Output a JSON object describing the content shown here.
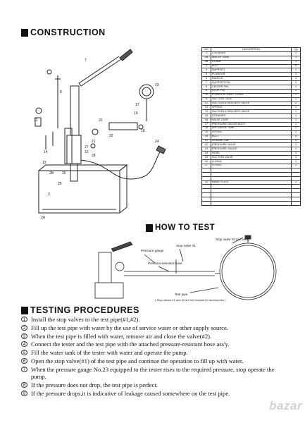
{
  "headings": {
    "construction": "CONSTRUCTION",
    "how_to_test": "HOW TO TEST",
    "testing_procedures": "TESTING PROCEDURES"
  },
  "parts_table": {
    "headers": [
      "NO",
      "DESCRIPTION",
      "Qty"
    ],
    "rows": [
      [
        "1",
        "CYLINDER",
        "1"
      ],
      [
        "2A",
        "WATER TANK",
        "1"
      ],
      [
        "2B",
        "STAND",
        "1"
      ],
      [
        "3",
        "BOLT",
        "4"
      ],
      [
        "4",
        "SUPPORT",
        "1"
      ],
      [
        "5",
        "PLUNGER",
        "1"
      ],
      [
        "6",
        "HANDLE",
        "1"
      ],
      [
        "7",
        "SUPPORT PIN",
        "2"
      ],
      [
        "8",
        "CENTER PIN",
        "1"
      ],
      [
        "9",
        "STOP PIN",
        "1"
      ],
      [
        "10",
        "PLUNGER SHEET GUIDE",
        "1"
      ],
      [
        "11",
        "SUCTION CASE",
        "1"
      ],
      [
        "12",
        "SUCTION & DELIVERY VALVE",
        "2"
      ],
      [
        "13",
        "SPRING",
        "1"
      ],
      [
        "14",
        "SUCTION & DELIVERY VALVE",
        "1"
      ],
      [
        "15",
        "STRAINER",
        "1"
      ],
      [
        "16",
        "VALVE CASE",
        "1"
      ],
      [
        "17",
        "PRESSURE GAUGE BODY",
        "1"
      ],
      [
        "18",
        "AIR GAUGE TANK",
        "1"
      ],
      [
        "19",
        "SPRING",
        "1"
      ],
      [
        "20",
        "BOLT",
        "4"
      ],
      [
        "21",
        "GREASE CAP",
        "1"
      ],
      [
        "22",
        "PRESSURE VALVE",
        "1"
      ],
      [
        "23",
        "PRESSURE GAUGE",
        "1"
      ],
      [
        "24",
        "HOSE",
        "1"
      ],
      [
        "25",
        "SUCTION VALVE",
        "1"
      ],
      [
        "26",
        "O-RING",
        "1"
      ],
      [
        "27",
        "O-RING",
        "1"
      ],
      [
        "",
        "",
        ""
      ],
      [
        "",
        "",
        ""
      ],
      [
        "",
        "",
        ""
      ],
      [
        "33",
        "NAME PLATE",
        "1"
      ],
      [
        "",
        "",
        ""
      ],
      [
        "",
        "",
        ""
      ],
      [
        "",
        "",
        ""
      ],
      [
        "",
        "",
        ""
      ],
      [
        "",
        "",
        ""
      ]
    ]
  },
  "diagram_labels": {
    "pressure_gauge": "Pressure gauge",
    "stop_valve_1": "Stop valve #1",
    "stop_valve_2": "Stop valve #2 (Air vent)",
    "resistant_hose": "Pressure-resistant hose",
    "test_pipe": "Test pipe",
    "test_pipe_note": "( Stop valves #1 and #2 are not included in accessories )"
  },
  "part_callouts": [
    "2A",
    "2B",
    "3",
    "7",
    "8",
    "12",
    "13",
    "14",
    "15",
    "17",
    "18",
    "19",
    "20",
    "21",
    "22",
    "23",
    "24",
    "25",
    "26",
    "27",
    "28"
  ],
  "steps": [
    {
      "num": "1",
      "text": "Install the stop valves to the test pipe(#1,#2)."
    },
    {
      "num": "2",
      "text": "Fill up the test pipe with water by the use of service water or other supply source."
    },
    {
      "num": "3",
      "text": "When the test pipe is filled with water, remove air and close the valve(#2)."
    },
    {
      "num": "4",
      "text": "Connect the tester and the test pipe with the attached pressure-resistant hose ass'y."
    },
    {
      "num": "5",
      "text": "Fill the water tank of the tester with water and operate the pump."
    },
    {
      "num": "6",
      "text": "Open the stop valve(#1) of the test pipe and continue the operation to fill up with water."
    },
    {
      "num": "7",
      "text": "When the pressure gauge No.23 equipped to the tester rises to the required pressure, stop operate the pump."
    },
    {
      "num": "8",
      "text": "If the pressure does not drop, the test pipe is perfect."
    },
    {
      "num": "9",
      "text": "If the pressure drops,it is indicative of leakage caused somewhere on the test pipe."
    }
  ],
  "watermark": "bazar"
}
